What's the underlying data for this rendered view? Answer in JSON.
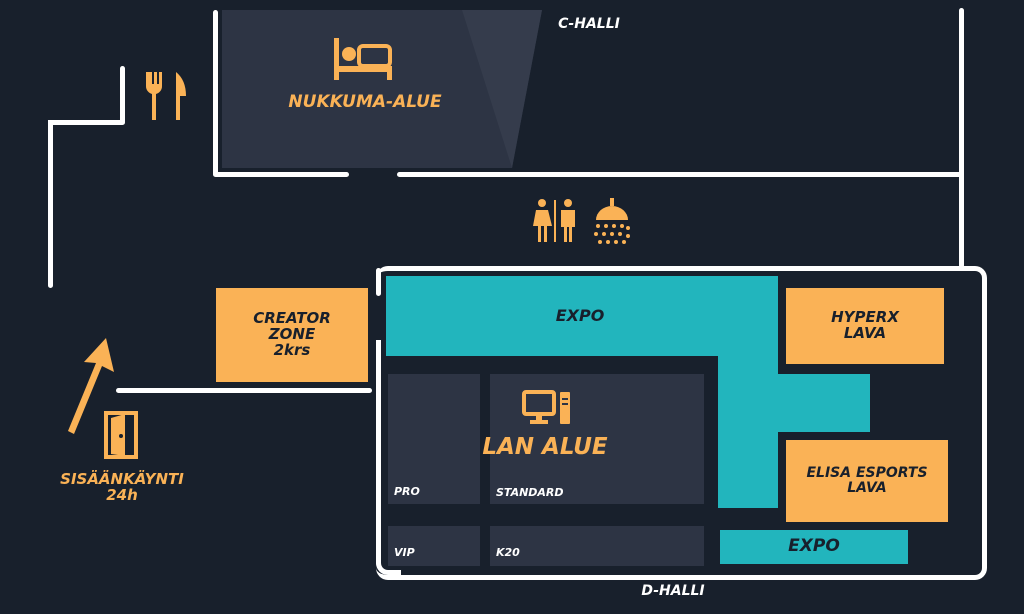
{
  "colors": {
    "background": "#18202c",
    "accent": "#fab256",
    "teal": "#22b5bd",
    "dark_area": "#2d3444",
    "wall": "#ffffff"
  },
  "halls": {
    "c": "C-HALLI",
    "d": "D-HALLI"
  },
  "areas": {
    "sleeping": "NUKKUMA-ALUE",
    "creator_zone": [
      "CREATOR",
      "ZONE",
      "2krs"
    ],
    "expo_top": "EXPO",
    "expo_bottom": "EXPO",
    "hyperx": [
      "HYPERX",
      "LAVA"
    ],
    "elisa": [
      "ELISA ESPORTS",
      "LAVA"
    ],
    "lan": "LAN ALUE",
    "lan_sections": {
      "pro": "PRO",
      "standard": "STANDARD",
      "vip": "VIP",
      "k20": "K20"
    }
  },
  "entrance": [
    "SISÄÄNKÄYNTI",
    "24h"
  ],
  "icons": [
    "bed-icon",
    "fork-knife-icon",
    "restroom-icon",
    "shower-icon",
    "computer-icon",
    "door-icon",
    "arrow-up-icon"
  ]
}
